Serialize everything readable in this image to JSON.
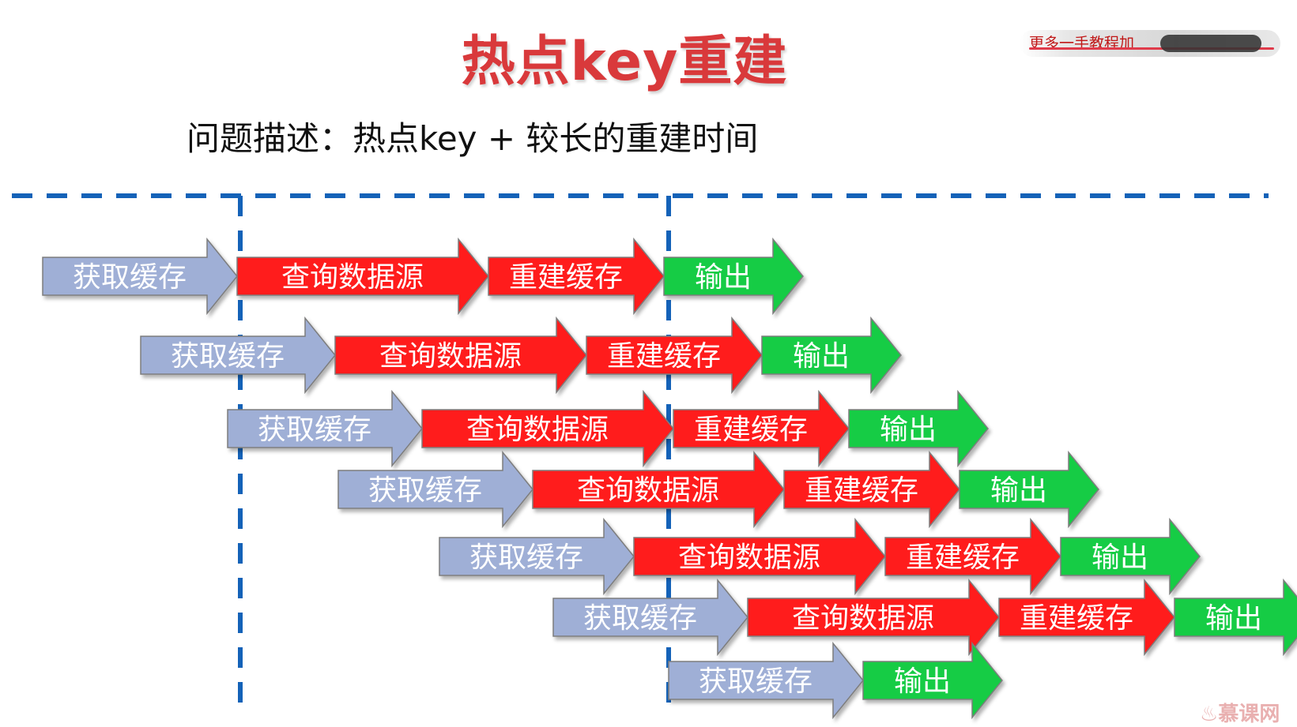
{
  "title": "热点key重建",
  "subtitle": "问题描述：热点key + 较长的重建时间",
  "watermark": "更多一手教程加",
  "brand": "慕课网",
  "colors": {
    "get": "#9fafd6",
    "query": "#ff1a1a",
    "rebuild": "#ff1a1a",
    "output": "#16cc44",
    "guide": "#1462b8",
    "title": "#d9393b"
  },
  "labels": {
    "get": "获取缓存",
    "query": "查询数据源",
    "rebuild": "重建缓存",
    "output": "输出"
  },
  "rows": [
    {
      "steps": [
        "get",
        "query",
        "rebuild",
        "output"
      ]
    },
    {
      "steps": [
        "get",
        "query",
        "rebuild",
        "output"
      ]
    },
    {
      "steps": [
        "get",
        "query",
        "rebuild",
        "output"
      ]
    },
    {
      "steps": [
        "get",
        "query",
        "rebuild",
        "output"
      ]
    },
    {
      "steps": [
        "get",
        "query",
        "rebuild",
        "output"
      ]
    },
    {
      "steps": [
        "get",
        "query",
        "rebuild",
        "output"
      ]
    },
    {
      "steps": [
        "get",
        "output"
      ]
    }
  ]
}
